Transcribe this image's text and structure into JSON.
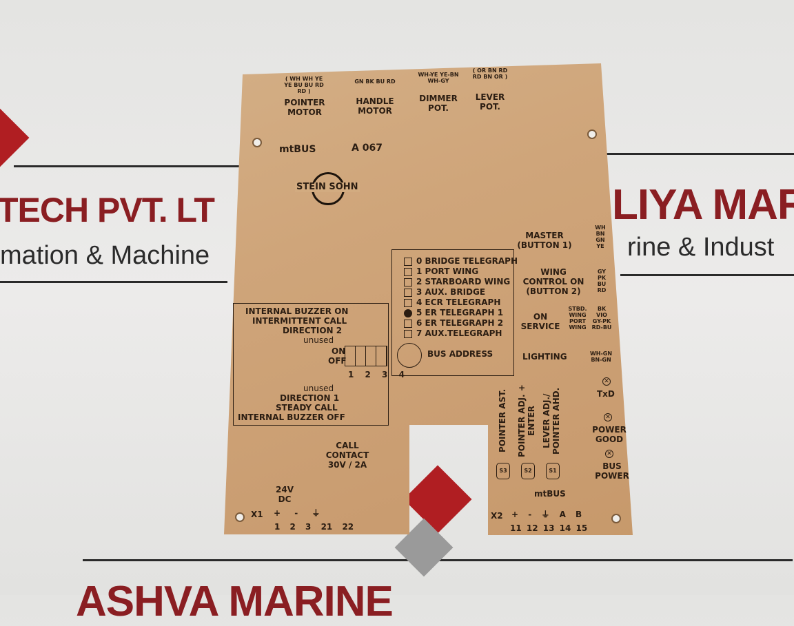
{
  "background": {
    "left_banner_title": "TECH PVT. LT",
    "left_banner_subtitle": "mation & Machine",
    "right_banner_title": "LIYA MAR",
    "right_banner_subtitle": "rine & Indust",
    "bottom_banner": "ASHVA MARINE",
    "brand_color": "#8a1e22"
  },
  "plate": {
    "top_labels": [
      {
        "wires": "( WH WH YE YE BU BU RD RD )",
        "label": "POINTER MOTOR"
      },
      {
        "wires": "GN BK BU RD",
        "label": "HANDLE MOTOR"
      },
      {
        "wires": "WH-YE YE-BN WH-GY",
        "label": "DIMMER POT."
      },
      {
        "wires": "( OR BN RD RD BN OR )",
        "label": "LEVER POT."
      }
    ],
    "model_prefix": "mtBUS",
    "model": "A 067",
    "brand": "STEIN SOHN",
    "right_labels": [
      {
        "label": "MASTER (BUTTON 1)",
        "wires": [
          "WH",
          "BN",
          "GN",
          "YE"
        ]
      },
      {
        "label": "WING CONTROL ON (BUTTON 2)",
        "wires": [
          "GY",
          "PK",
          "BU",
          "RD"
        ]
      },
      {
        "label": "ON SERVICE",
        "sub": [
          "STBD.",
          "WING",
          "PORT",
          "WING"
        ],
        "wires": [
          "BK",
          "VIO",
          "GY-PK",
          "RD-BU"
        ]
      },
      {
        "label": "LIGHTING",
        "wires": [
          "WH-GN",
          "BN-GN"
        ]
      }
    ],
    "bus_address": {
      "title": "BUS ADDRESS",
      "items": [
        "0 BRIDGE TELEGRAPH",
        "1 PORT WING",
        "2 STARBOARD WING",
        "3 AUX. BRIDGE",
        "4 ECR TELEGRAPH",
        "5 ER TELEGRAPH 1",
        "6 ER TELEGRAPH 2",
        "7 AUX.TELEGRAPH"
      ],
      "selected": 5
    },
    "dip": {
      "top": [
        "INTERNAL BUZZER ON",
        "INTERMITTENT CALL",
        "DIRECTION 2",
        "unused"
      ],
      "on": "ON",
      "off": "OFF",
      "numbers": [
        "1",
        "2",
        "3",
        "4"
      ],
      "bottom": [
        "unused",
        "DIRECTION 1",
        "STEADY CALL",
        "INTERNAL BUZZER OFF"
      ]
    },
    "leds": [
      "TxD",
      "POWER GOOD",
      "BUS POWER"
    ],
    "buttons": [
      {
        "id": "S3",
        "label": "POINTER AST."
      },
      {
        "id": "S2",
        "label": "POINTER ADJ. + ENTER"
      },
      {
        "id": "S1",
        "label": "LEVER ADJ./ POINTER AHD."
      }
    ],
    "call_contact": "CALL CONTACT 30V / 2A",
    "x1": {
      "name": "X1",
      "supply": "24V DC",
      "symbols": [
        "+",
        "-",
        "⏚"
      ],
      "pins": [
        "1",
        "2",
        "3",
        "21",
        "22"
      ]
    },
    "x2": {
      "name": "X2",
      "bus": "mtBUS",
      "symbols": [
        "+",
        "-",
        "⏚",
        "A",
        "B"
      ],
      "pins": [
        "11",
        "12",
        "13",
        "14",
        "15"
      ]
    }
  }
}
